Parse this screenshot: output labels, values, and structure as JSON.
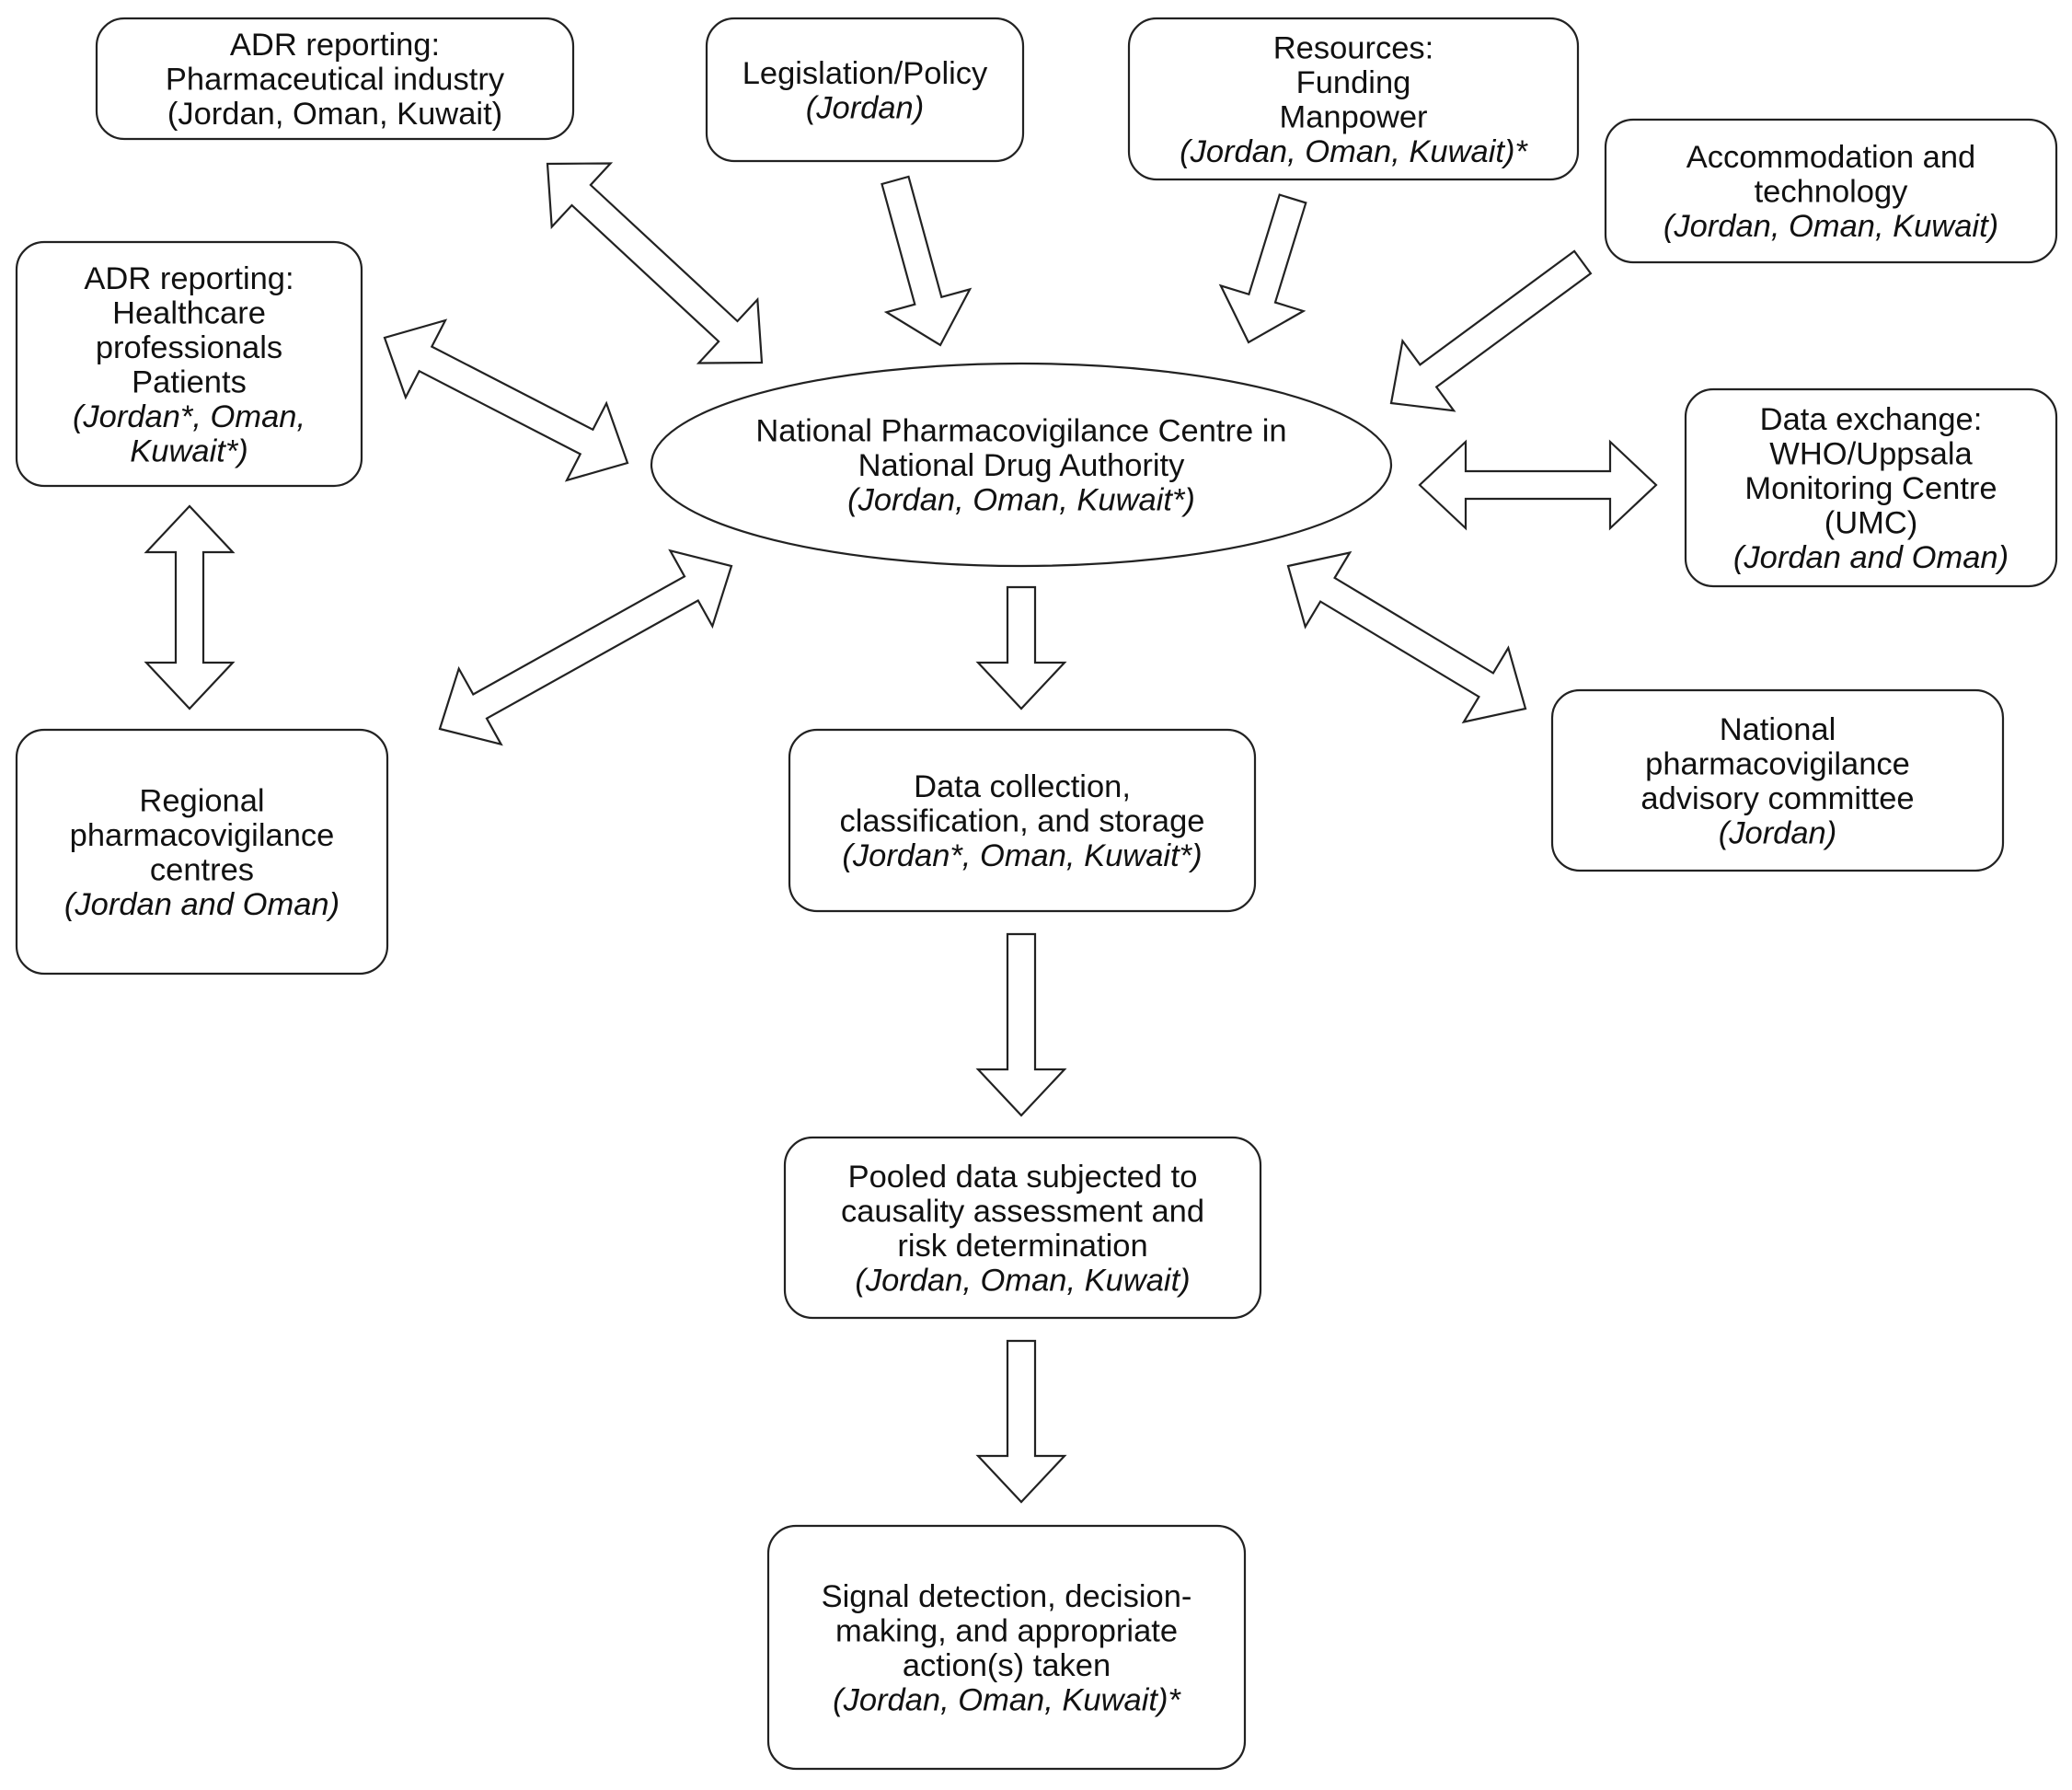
{
  "nodes": [
    {
      "id": "adr-industry",
      "lines": [
        {
          "text": "ADR reporting:",
          "italic": false
        },
        {
          "text": "Pharmaceutical industry",
          "italic": false
        },
        {
          "text": "(Jordan, Oman, Kuwait)",
          "italic": false
        }
      ]
    },
    {
      "id": "legislation",
      "lines": [
        {
          "text": "Legislation/Policy",
          "italic": false
        },
        {
          "text": "(Jordan)",
          "italic": true
        }
      ]
    },
    {
      "id": "resources",
      "lines": [
        {
          "text": "Resources:",
          "italic": false
        },
        {
          "text": "Funding",
          "italic": false
        },
        {
          "text": "Manpower",
          "italic": false
        },
        {
          "text": "(Jordan, Oman, Kuwait)*",
          "italic": true
        }
      ]
    },
    {
      "id": "accommodation",
      "lines": [
        {
          "text": "Accommodation and",
          "italic": false
        },
        {
          "text": "technology",
          "italic": false
        },
        {
          "text": "(Jordan, Oman, Kuwait)",
          "italic": true
        }
      ]
    },
    {
      "id": "adr-healthcare",
      "lines": [
        {
          "text": "ADR reporting:",
          "italic": false
        },
        {
          "text": "Healthcare",
          "italic": false
        },
        {
          "text": "professionals",
          "italic": false
        },
        {
          "text": "Patients",
          "italic": false
        },
        {
          "text": "(Jordan*, Oman,",
          "italic": true
        },
        {
          "text": "Kuwait*)",
          "italic": true
        }
      ]
    },
    {
      "id": "national-centre",
      "lines": [
        {
          "text": "National Pharmacovigilance Centre in",
          "italic": false
        },
        {
          "text": "National Drug Authority",
          "italic": false
        },
        {
          "text": "(Jordan, Oman, Kuwait*)",
          "italic": true
        }
      ]
    },
    {
      "id": "data-exchange",
      "lines": [
        {
          "text": "Data exchange:",
          "italic": false
        },
        {
          "text": "WHO/Uppsala",
          "italic": false
        },
        {
          "text": "Monitoring Centre",
          "italic": false
        },
        {
          "text": "(UMC)",
          "italic": false
        },
        {
          "text": "(Jordan and Oman)",
          "italic": true
        }
      ]
    },
    {
      "id": "regional-centres",
      "lines": [
        {
          "text": "Regional",
          "italic": false
        },
        {
          "text": "pharmacovigilance",
          "italic": false
        },
        {
          "text": "centres",
          "italic": false
        },
        {
          "text": "(Jordan and Oman)",
          "italic": true
        }
      ]
    },
    {
      "id": "data-collection",
      "lines": [
        {
          "text": "Data collection,",
          "italic": false
        },
        {
          "text": "classification, and storage",
          "italic": false
        },
        {
          "text": "(Jordan*, Oman, Kuwait*)",
          "italic": true
        }
      ]
    },
    {
      "id": "advisory-committee",
      "lines": [
        {
          "text": "National",
          "italic": false
        },
        {
          "text": "pharmacovigilance",
          "italic": false
        },
        {
          "text": "advisory committee",
          "italic": false
        },
        {
          "text": "(Jordan)",
          "italic": true
        }
      ]
    },
    {
      "id": "pooled-data",
      "lines": [
        {
          "text": "Pooled data subjected to",
          "italic": false
        },
        {
          "text": "causality assessment and",
          "italic": false
        },
        {
          "text": "risk determination",
          "italic": false
        },
        {
          "text": "(Jordan, Oman, Kuwait)",
          "italic": true
        }
      ]
    },
    {
      "id": "signal-detection",
      "lines": [
        {
          "text": "Signal detection, decision-",
          "italic": false
        },
        {
          "text": "making, and appropriate",
          "italic": false
        },
        {
          "text": "action(s) taken",
          "italic": false
        },
        {
          "text": "(Jordan, Oman, Kuwait)*",
          "italic": true
        }
      ]
    }
  ],
  "edges": [
    {
      "from": "adr-industry",
      "to": "national-centre",
      "direction": "both"
    },
    {
      "from": "legislation",
      "to": "national-centre",
      "direction": "forward"
    },
    {
      "from": "resources",
      "to": "national-centre",
      "direction": "forward"
    },
    {
      "from": "accommodation",
      "to": "national-centre",
      "direction": "forward"
    },
    {
      "from": "adr-healthcare",
      "to": "national-centre",
      "direction": "both"
    },
    {
      "from": "national-centre",
      "to": "data-exchange",
      "direction": "both"
    },
    {
      "from": "adr-healthcare",
      "to": "regional-centres",
      "direction": "both"
    },
    {
      "from": "regional-centres",
      "to": "national-centre",
      "direction": "both"
    },
    {
      "from": "national-centre",
      "to": "data-collection",
      "direction": "forward"
    },
    {
      "from": "national-centre",
      "to": "advisory-committee",
      "direction": "both"
    },
    {
      "from": "data-collection",
      "to": "pooled-data",
      "direction": "forward"
    },
    {
      "from": "pooled-data",
      "to": "signal-detection",
      "direction": "forward"
    }
  ]
}
